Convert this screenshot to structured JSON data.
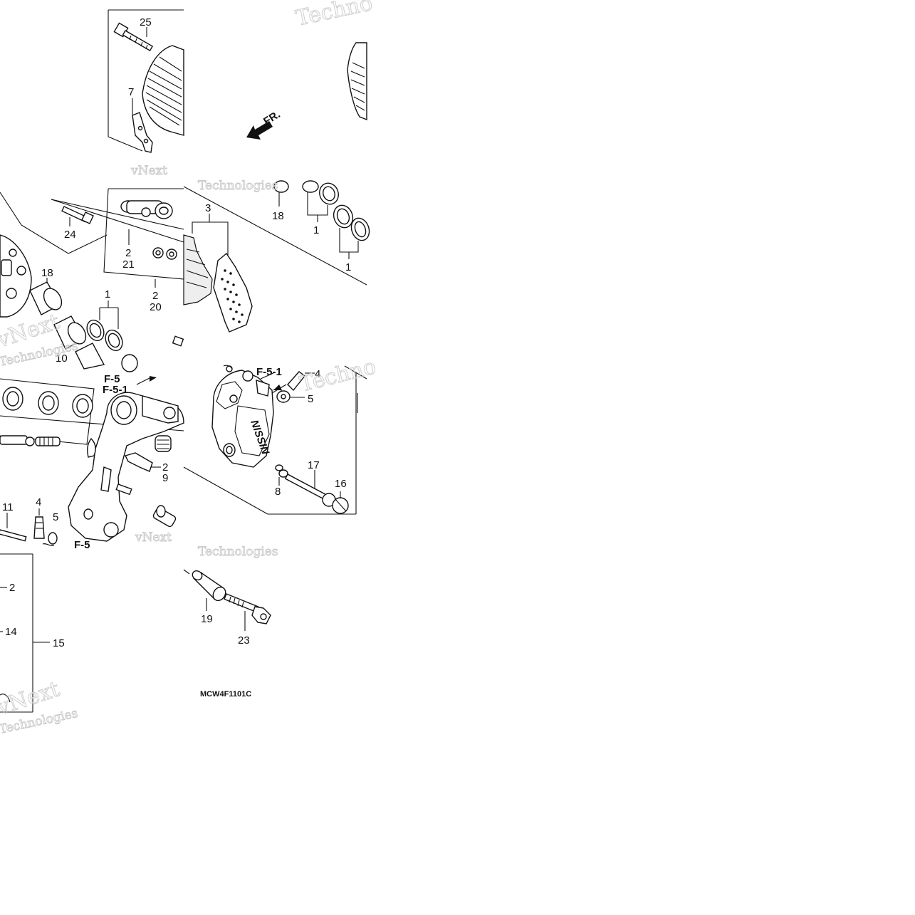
{
  "diagram": {
    "part_code": "MCW4F1101C",
    "direction_label": "FR.",
    "nameplate": "NISSIN",
    "refs": {
      "f5": "F-5",
      "f51": "F-5-1"
    },
    "callouts": {
      "c1": "1",
      "c2": "2",
      "c3": "3",
      "c4": "4",
      "c5": "5",
      "c7": "7",
      "c8": "8",
      "c9": "9",
      "c10": "10",
      "c11": "11",
      "c14": "14",
      "c15": "15",
      "c16": "16",
      "c17": "17",
      "c18": "18",
      "c19": "19",
      "c20": "20",
      "c21": "21",
      "c23": "23",
      "c24": "24",
      "c25": "25"
    },
    "watermark": {
      "line1": "vNext",
      "line2": "Technologies",
      "short": "Techno"
    }
  }
}
